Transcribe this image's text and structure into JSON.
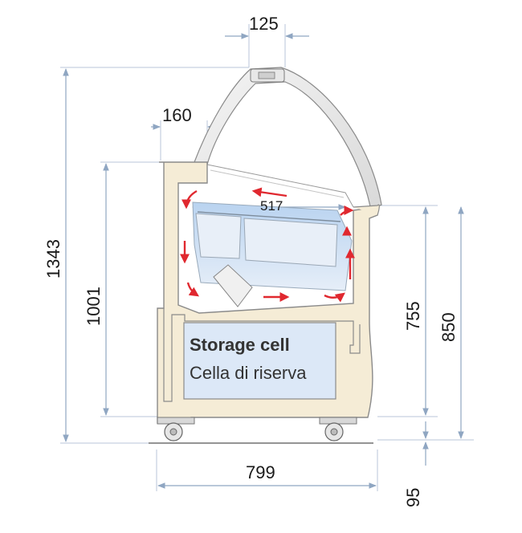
{
  "dimensions": {
    "top_width": "125",
    "upper_depth": "160",
    "overall_height": "1343",
    "cabinet_height": "1001",
    "pan_width": "517",
    "counter_height": "755",
    "front_height": "850",
    "overall_depth": "799",
    "base_height": "95"
  },
  "storage": {
    "label_en": "Storage cell",
    "label_it": "Cella di riserva"
  },
  "colors": {
    "cabinet": "#f5ecd6",
    "cabinet_stroke": "#8a8a8a",
    "storage_fill": "#dce8f7",
    "pan_fill": "#c9dcf2",
    "dim_line": "#8fa6c2",
    "airflow_arrow": "#e0282f"
  }
}
